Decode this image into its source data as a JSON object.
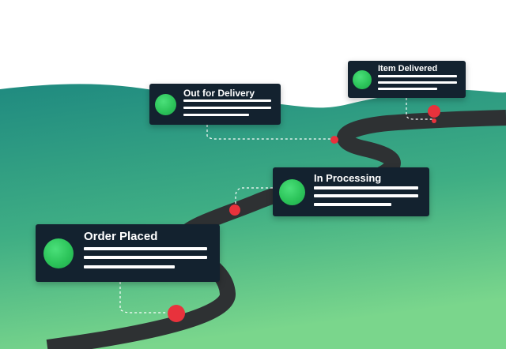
{
  "colors": {
    "sky": "#ffffff",
    "hill_top": "#1f8a80",
    "hill_bottom": "#75d48c",
    "road": "#2e3133",
    "card": "#13222f",
    "status_dot": "#2cc45a",
    "marker": "#e8323c"
  },
  "steps": [
    {
      "title": "Order Placed",
      "icon": "status-dot-icon"
    },
    {
      "title": "In Processing",
      "icon": "status-dot-icon"
    },
    {
      "title": "Out for Delivery",
      "icon": "status-dot-icon"
    },
    {
      "title": "Item Delivered",
      "icon": "status-dot-icon"
    }
  ]
}
